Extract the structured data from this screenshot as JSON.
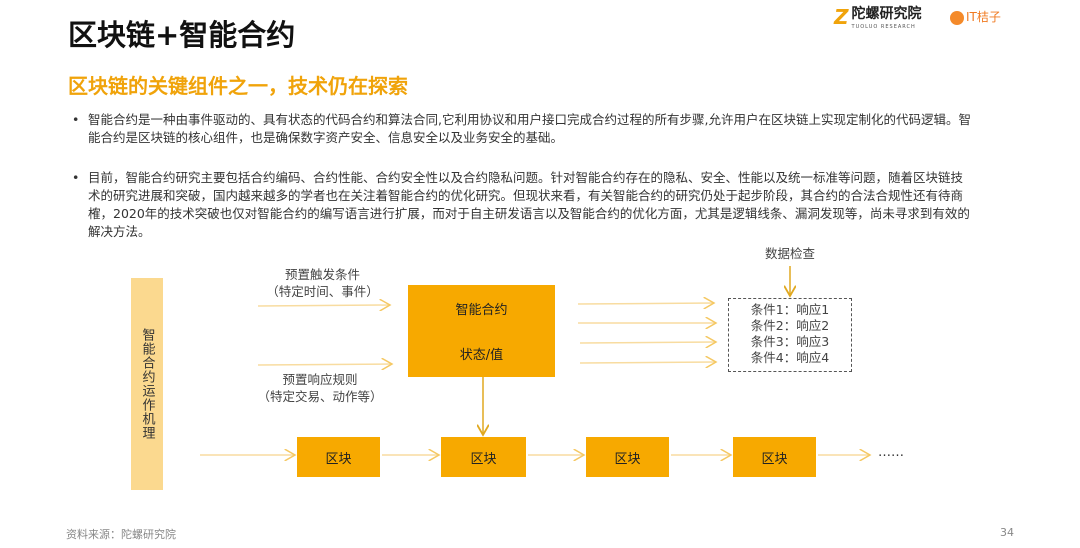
{
  "header": {
    "title": "区块链+智能合约",
    "logo_main": "陀螺研究院",
    "logo_sub": "TUOLUO RESEARCH",
    "logo_partner": "IT桔子"
  },
  "subtitle": "区块链的关键组件之一，技术仍在探索",
  "bullets": [
    "智能合约是一种由事件驱动的、具有状态的代码合约和算法合同,它利用协议和用户接口完成合约过程的所有步骤,允许用户在区块链上实现定制化的代码逻辑。智能合约是区块链的核心组件，也是确保数字资产安全、信息安全以及业务安全的基础。",
    "目前，智能合约研究主要包括合约编码、合约性能、合约安全性以及合约隐私问题。针对智能合约存在的隐私、安全、性能以及统一标准等问题，随着区块链技术的研究进展和突破，国内越来越多的学者也在关注着智能合约的优化研究。但现状来看，有关智能合约的研究仍处于起步阶段，其合约的合法合规性还有待商榷，2020年的技术突破也仅对智能合约的编写语言进行扩展，而对于自主研发语言以及智能合约的优化方面，尤其是逻辑线条、漏洞发现等，尚未寻求到有效的解决方法。"
  ],
  "diagram": {
    "side_label": "智能合约运作机理",
    "trigger_label": [
      "预置触发条件",
      "（特定时间、事件）"
    ],
    "response_label": [
      "预置响应规则",
      "（特定交易、动作等）"
    ],
    "contract_title": "智能合约",
    "contract_state": "状态/值",
    "data_check": "数据检查",
    "conditions": [
      "条件1：响应1",
      "条件2：响应2",
      "条件3：响应3",
      "条件4：响应4"
    ],
    "blocks": [
      "区块",
      "区块",
      "区块",
      "区块"
    ],
    "ellipsis": "……"
  },
  "footer": {
    "source": "资料来源：陀螺研究院",
    "page": "34"
  }
}
